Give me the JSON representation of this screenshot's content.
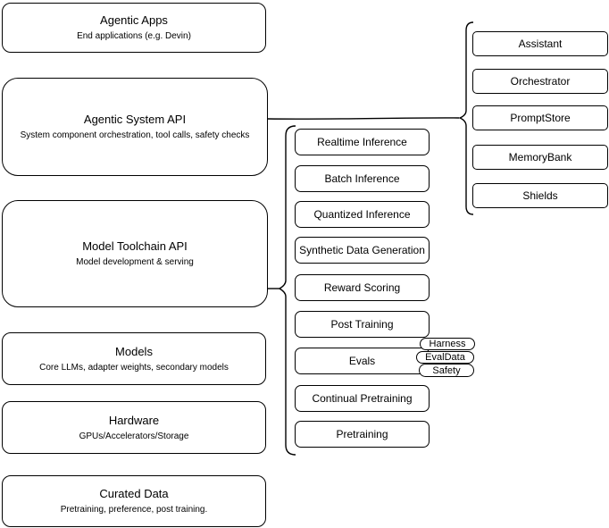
{
  "diagram": {
    "left_boxes": [
      {
        "title": "Agentic Apps",
        "subtitle": "End applications (e.g. Devin)"
      },
      {
        "title": "Agentic System API",
        "subtitle": "System component orchestration, tool calls, safety checks"
      },
      {
        "title": "Model Toolchain API",
        "subtitle": "Model development & serving"
      },
      {
        "title": "Models",
        "subtitle": "Core LLMs, adapter weights, secondary models"
      },
      {
        "title": "Hardware",
        "subtitle": "GPUs/Accelerators/Storage"
      },
      {
        "title": "Curated Data",
        "subtitle": "Pretraining, preference, post training."
      }
    ],
    "toolchain_items": [
      "Realtime Inference",
      "Batch Inference",
      "Quantized Inference",
      "Synthetic Data Generation",
      "Reward Scoring",
      "Post Training",
      "Evals",
      "Continual Pretraining",
      "Pretraining"
    ],
    "system_components": [
      "Assistant",
      "Orchestrator",
      "PromptStore",
      "MemoryBank",
      "Shields"
    ],
    "eval_pills": [
      "Harness",
      "EvalData",
      "Safety"
    ],
    "colors": {
      "stroke": "#000000",
      "fill": "#ffffff",
      "text": "#000000"
    }
  }
}
